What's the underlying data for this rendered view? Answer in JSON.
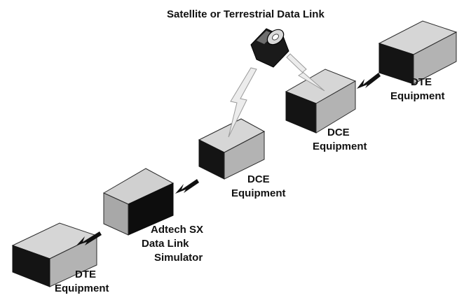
{
  "diagram": {
    "title": "Satellite or Terrestrial Data Link",
    "labels": {
      "dte_left_line1": "DTE",
      "dte_left_line2": "Equipment",
      "simulator_line1": "Adtech SX",
      "simulator_line2": "Data Link",
      "simulator_line3": "Simulator",
      "dce_left_line1": "DCE",
      "dce_left_line2": "Equipment",
      "dce_right_line1": "DCE",
      "dce_right_line2": "Equipment",
      "dte_right_line1": "DTE",
      "dte_right_line2": "Equipment"
    },
    "colors": {
      "box_top": "#d6d6d6",
      "box_front": "#b3b3b3",
      "box_side": "#141414",
      "edge": "#2a2a2a",
      "arrow": "#111111",
      "lightning_fill": "#ececec",
      "lightning_stroke": "#9a9a9a"
    }
  }
}
